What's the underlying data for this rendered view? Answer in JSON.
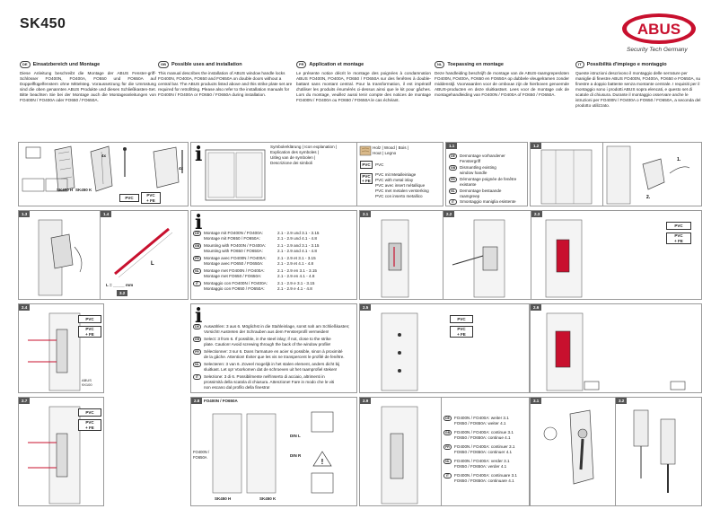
{
  "header": {
    "title": "SK450",
    "brand": "ABUS",
    "tagline": "Security Tech Germany"
  },
  "languages": [
    {
      "code": "DE",
      "heading": "Einsatzbereich und Montage",
      "body": "Diese Anleitung beschreibt die Montage der ABUS Fenster-griff-Schlösser FO400N, FO400A, FO550 und FO650A auf Doppelflügelfenstern ohne Mittelsteg. Voraussetzung für die Umrüstung sind die oben genannten ABUS Produkte und dieses Schließkasten-Set. Bitte beachten Sie bei der Montage auch die Montageanleitungen von FO400N / FO400A oder FO650 / FO650A."
    },
    {
      "code": "GB",
      "heading": "Possible uses and installation",
      "body": "This manual describes the installation of ABUS window handle locks FO400N, FO400A, FO650 and FO650A on double doors without a central bar. The ABUS products listed above and this strike plate set are required for retrofitting. Please also refer to the installation manuals for FO400N / FO400A or FO650 / FO650A during installation."
    },
    {
      "code": "FR",
      "heading": "Application et montage",
      "body": "Le présente notice décrit le montage des poignées à condamnation ABUS FO400N, FO400A, FO650 / FO650A sur des fenêtres à double-battant sans montant central. Pour la transformation, il est impératif d'utiliser les produits énumérés ci-dessus ainsi que le kit pour gâches. Lors du montage, veuillez aussi tenir compte des notices de montage FO400N / FO400A ou FO650 / FO650A le cas échéant."
    },
    {
      "code": "NL",
      "heading": "Toepassing en montage",
      "body": "Deze handleiding beschrijft de montage van de ABUS-raamgrepesloten FO400N, FO400A, FO650 en FO650A op dubbele vleugelramen zonder middenstijl. Voorwaarden voor de ombouw zijn de hierboven genoemde ABUS-producten en deze sluitkastset. Lees voor de montage ook de montagehandleiding van FO400N / FO400A of FO650 / FO650A."
    },
    {
      "code": "IT",
      "heading": "Possibilità d'impiego e montaggio",
      "body": "Queste istruzioni descrivono il montaggio delle serrature per maniglie di finestre ABUS FO400N, FO400A, FO650 e FO650A, su finestre a doppio battente senza montante centrale. I requisiti per il montaggio sono i prodotti ABUS sopra elencati, e questo set di scatole di chiusura. Durante il montaggio osservare anche le istruzioni per FO400N / FO400A o FO650 / FO650A, a seconda del prodotto utilizzato."
    }
  ],
  "row1": {
    "panel1": {
      "parts": [
        "SK450 H",
        "SK450 K"
      ],
      "qty": [
        "4x",
        "4x"
      ],
      "pvc": "PVC",
      "pvcfe": [
        "PVC",
        "+ FE"
      ]
    },
    "symbols": {
      "title": [
        "Symbolerklärung | Icon explanation |",
        "Explication des symboles |",
        "Uitleg van de symbolen |",
        "Descrizione dei simboli"
      ],
      "wood": [
        "Holz | Wood | Bois |",
        "Hout | Legno"
      ],
      "pvc_label": "PVC",
      "pvc_text": "PVC",
      "pvcfe_label": [
        "PVC",
        "+ FE"
      ],
      "pvcfe_text": [
        "PVC mit Metalleinlage",
        "PVC with metal inlay",
        "PVC avec insert métallique",
        "PVC met metalen versterking",
        "PVC con inserto metallico"
      ]
    },
    "step11": {
      "tag": "1.1",
      "items": [
        {
          "code": "DE",
          "text": [
            "Demontage vorhandener",
            "Fenstergriff"
          ]
        },
        {
          "code": "GB",
          "text": [
            "Dismantling existing",
            "window handle"
          ]
        },
        {
          "code": "FR",
          "text": [
            "Démontage poignée de fenêtre",
            "existante"
          ]
        },
        {
          "code": "NL",
          "text": [
            "Demontage bestaande",
            "raamgreep"
          ]
        },
        {
          "code": "IT",
          "text": [
            "Smontaggio maniglia esistente"
          ]
        }
      ]
    },
    "tag12": "1.2"
  },
  "row2": {
    "tags": [
      "1.3",
      "1.4",
      "2.1",
      "2.2",
      "2.3"
    ],
    "measure": "L = _____ mm",
    "ref": "3.2",
    "pvc": "PVC",
    "pvcfe": [
      "PVC",
      "+ FE"
    ],
    "mount": [
      {
        "code": "DE",
        "lines": [
          "Montage mit FO400N / FO400A:",
          "2.1 - 2.9 und 3.1 - 3.15",
          "Montage mit FO650 / FO650A:",
          "2.1 - 2.9 und 4.1 - 4.8"
        ]
      },
      {
        "code": "GB",
        "lines": [
          "Mounting with FO400N / FO400A:",
          "2.1 - 2.9 and 3.1 - 3.15",
          "Mounting with FO650 / FO650A:",
          "2.1 - 2.9 and 4.1 - 4.8"
        ]
      },
      {
        "code": "FR",
        "lines": [
          "Montage avec FO400N / FO400A:",
          "2.1 - 2.9 et 3.1 - 3.15",
          "Montage avec FO650 / FO650A:",
          "2.1 - 2.9 et 4.1 - 4.8"
        ]
      },
      {
        "code": "NL",
        "lines": [
          "Montage met FO400N / FO400A:",
          "2.1 - 2.9 en 3.1 - 3.15",
          "Montage met FO650 / FO650A:",
          "2.1 - 2.9 en 4.1 - 4.8"
        ]
      },
      {
        "code": "IT",
        "lines": [
          "Montaggio con FO400N / FO400A:",
          "2.1 - 2.9 e 3.1 - 3.15",
          "Montaggio con FO650 / FO650A:",
          "2.1 - 2.9 e 4.1 - 4.8"
        ]
      }
    ]
  },
  "row3": {
    "tags": [
      "2.4",
      "2.5",
      "2.6"
    ],
    "pvc": "PVC",
    "pvcfe": [
      "PVC",
      "+ FE"
    ],
    "abus_note": [
      "ABUS",
      "9X100"
    ],
    "warnings": [
      {
        "code": "DE",
        "lines": [
          "Auswählen: 3 aus 6. Möglichst in die Stahleinlage, sonst nah am Schließkasten;",
          "Vorsicht! Austreten der Schrauben aus dem Fensterprofil vermeiden!"
        ]
      },
      {
        "code": "GB",
        "lines": [
          "Select: 3 from 6. If possible, in the steel inlay; if not, close to the strike",
          "plate. Caution! Avoid screwing through the back of the window profile!"
        ]
      },
      {
        "code": "FR",
        "lines": [
          "Sélectionner: 3 sur 6. Dans l'armature en acier si possible, sinon à proximité",
          "de la gâche. Attention! Éviter que les vis ne transpercent le profilé de fenêtre."
        ]
      },
      {
        "code": "NL",
        "lines": [
          "Selecteren: 3 van 6. Zoveel mogelijk in het stalen element, anders dicht bij",
          "sluitkast. Let op! Voorkomen dat de schroeven uit het raamprofiel steken!"
        ]
      },
      {
        "code": "IT",
        "lines": [
          "Selezione: 3 di 6. Possibilmente nell'inserto di acciaio, altrimenti in",
          "prossimità della scatola di chiusura. Attenzione! Fare in modo che le viti",
          "non escano dal profilo della finestra!"
        ]
      }
    ]
  },
  "row4": {
    "tags": [
      "2.7",
      "2.8",
      "2.9",
      "3.1",
      "3.2"
    ],
    "pvc": "PVC",
    "pvcfe": [
      "PVC",
      "+ FE"
    ],
    "models": "FO400N / FO650A",
    "model_labels": [
      "FO400N /",
      "FO650A"
    ],
    "parts": [
      "SK450 H",
      "SK450 K"
    ],
    "din": [
      "DIN L",
      "DIN R"
    ],
    "continue": [
      {
        "code": "DE",
        "lines": [
          "FO400N / FO400A: weiter 3.1",
          "FO650 / FO650A: weiter 4.1"
        ]
      },
      {
        "code": "GB",
        "lines": [
          "FO400N / FO400A: continue 3.1",
          "FO650 / FO650A: continue 4.1"
        ]
      },
      {
        "code": "FR",
        "lines": [
          "FO400N / FO400A: continuer 3.1",
          "FO650 / FO650A: continuer 4.1"
        ]
      },
      {
        "code": "NL",
        "lines": [
          "FO400N / FO400A: verder 3.1",
          "FO650 / FO650A: verder 4.1"
        ]
      },
      {
        "code": "IT",
        "lines": [
          "FO400N / FO400A: continuare 3.1",
          "FO650 / FO650A: continuare 4.1"
        ]
      }
    ]
  }
}
